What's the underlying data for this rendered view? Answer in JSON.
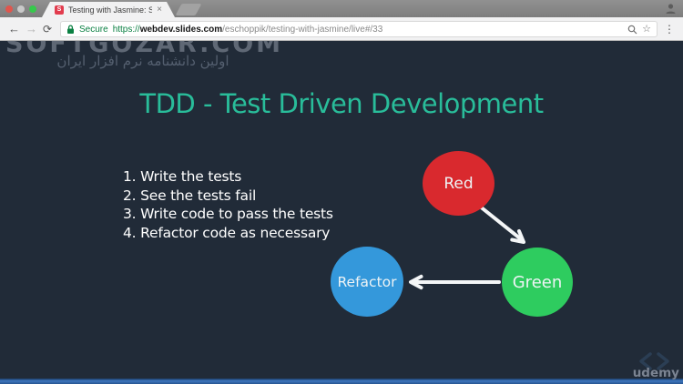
{
  "browser": {
    "window_controls": {
      "close": "",
      "minimize": "",
      "zoom": ""
    },
    "tab": {
      "title": "Testing with Jasmine: Slides",
      "favicon_letter": "S",
      "close_icon": "×"
    },
    "toolbar": {
      "back_icon": "←",
      "forward_icon": "→",
      "reload_icon": "⟳",
      "security_label": "Secure",
      "url_scheme": "https://",
      "url_host": "webdev.slides.com",
      "url_path": "/eschoppik/testing-with-jasmine/live#/33",
      "bookmark_icon": "☆",
      "menu_icon": "⋮"
    }
  },
  "watermark": {
    "line1": "SOFTGOZAR.COM",
    "line2": "اولین دانشنامه نرم افزار ایران"
  },
  "slide": {
    "title": "TDD - Test Driven Development",
    "steps": [
      "1. Write the tests",
      "2. See the tests fail",
      "3. Write code to pass the tests",
      "4. Refactor code as necessary"
    ],
    "nodes": [
      {
        "label": "Red",
        "color": "#d9292e"
      },
      {
        "label": "Green",
        "color": "#2ecc5f"
      },
      {
        "label": "Refactor",
        "color": "#3498db"
      }
    ],
    "colors": {
      "background": "#212b38",
      "title": "#29bd9a",
      "arrow": "#f4f6f7",
      "progress_bar": "#33619f"
    }
  },
  "overlay": {
    "brand": "udemy"
  }
}
